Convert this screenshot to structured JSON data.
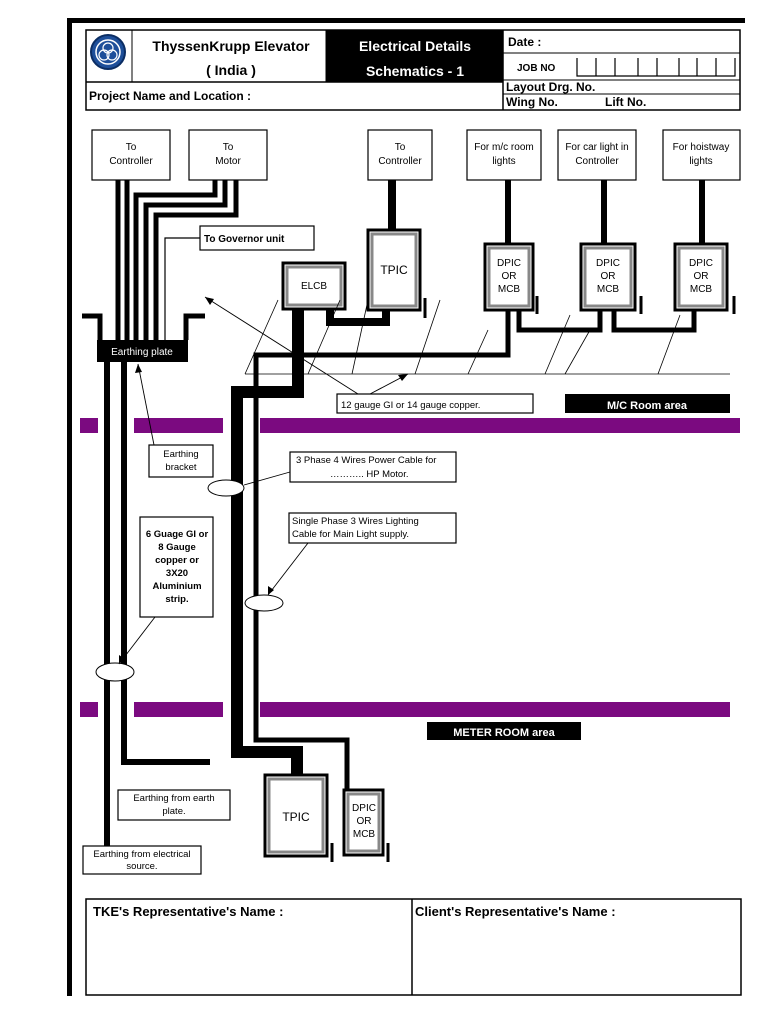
{
  "header": {
    "company_line1": "ThyssenKrupp Elevator",
    "company_line2": "( India )",
    "doc_title_line1": "Electrical Details",
    "doc_title_line2": "Schematics - 1",
    "date_label": "Date  :",
    "job_no_label": "JOB NO",
    "project_label": "Project Name  and  Location :",
    "layout_label": "Layout Drg. No.",
    "wing_label": "Wing No.",
    "lift_label": "Lift No."
  },
  "top_boxes": {
    "to_controller_1": [
      "To",
      "Controller"
    ],
    "to_motor": [
      "To",
      "Motor"
    ],
    "to_controller_2": [
      "To",
      "Controller"
    ],
    "mc_room_lights": [
      "For m/c room",
      "lights"
    ],
    "car_light": [
      "For car light in",
      "Controller"
    ],
    "hoistway_lights": [
      "For hoistway",
      "lights"
    ]
  },
  "components": {
    "governor": "To Governor unit",
    "elcb": "ELCB",
    "tpic_top": "TPIC",
    "dpic_1": [
      "DPIC",
      "OR",
      "MCB"
    ],
    "dpic_2": [
      "DPIC",
      "OR",
      "MCB"
    ],
    "dpic_3": [
      "DPIC",
      "OR",
      "MCB"
    ],
    "earthing_plate": "Earthing  plate",
    "gauge_note": "12 gauge GI or 14 gauge copper.",
    "mc_room_area": "M/C Room area",
    "earthing_bracket": [
      "Earthing",
      "bracket"
    ],
    "power_cable": [
      "3 Phase 4 Wires  Power Cable for",
      "……….. HP Motor."
    ],
    "lighting_cable": [
      "Single Phase 3 Wires Lighting",
      "Cable  for Main Light supply."
    ],
    "strip_note": [
      "6 Guage GI or",
      "8 Gauge",
      "copper  or",
      "3X20",
      "Aluminium",
      "strip."
    ],
    "meter_room_area": "METER  ROOM area",
    "earthing_from_plate": [
      "Earthing from  earth",
      "plate."
    ],
    "earthing_from_source": [
      "Earthing from  electrical",
      "source."
    ],
    "tpic_bottom": "TPIC",
    "dpic_bottom": [
      "DPIC",
      "OR",
      "MCB"
    ]
  },
  "signatures": {
    "tke_label": "TKE's   Representative's   Name  :",
    "client_label": "Client's Representative's Name  :"
  },
  "colors": {
    "purple_band": "#7b0a80",
    "logo_blue": "#1e4f9a"
  }
}
